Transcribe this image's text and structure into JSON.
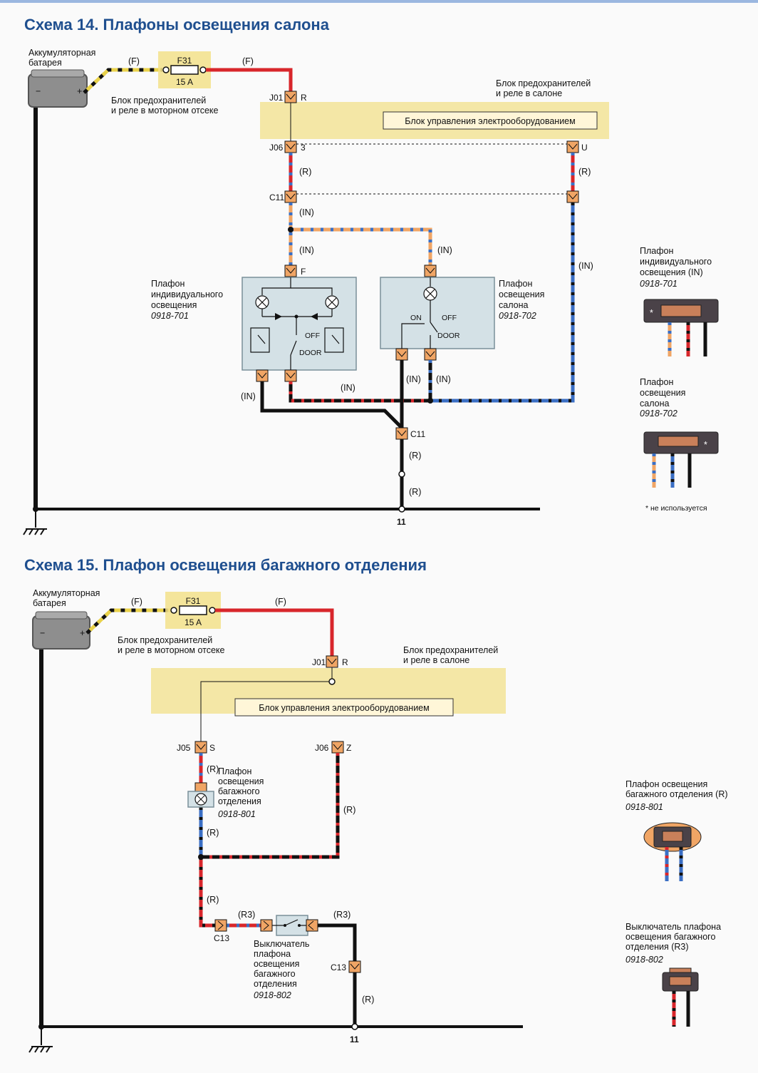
{
  "colors": {
    "title": "#1f4f8f",
    "red": "#d8262b",
    "black": "#111111",
    "yellow": "#f2e08a",
    "blue": "#3b6fc4",
    "orange": "#f0a565",
    "module": "#d4e1e6"
  },
  "s14": {
    "title": "Схема 14. Плафоны освещения салона",
    "battery": [
      "Аккумуляторная",
      "батарея"
    ],
    "wire_f": "(F)",
    "fuse_name": "F31",
    "fuse_rating": "15 A",
    "engine_block": [
      "Блок предохранителей",
      "и реле в моторном отсеке"
    ],
    "cabin_block": [
      "Блок предохранителей",
      "и реле в салоне"
    ],
    "bcm": "Блок управления электрооборудованием",
    "c_j01": "J01",
    "p_r": "R",
    "c_j06": "J06",
    "p_3": "3",
    "p_u": "U",
    "c_c11": "C11",
    "p_f": "F",
    "w_r": "(R)",
    "w_in": "(IN)",
    "lamp1": [
      "Плафон",
      "индивидуального",
      "освещения"
    ],
    "lamp1_code": "0918-701",
    "lamp2": [
      "Плафон",
      "освещения",
      "салона"
    ],
    "lamp2_code": "0918-702",
    "sw_off": "OFF",
    "sw_door": "DOOR",
    "sw_on": "ON",
    "ground": "11",
    "conn1": [
      "Плафон",
      "индивидуального",
      "освещения (IN)"
    ],
    "conn1_code": "0918-701",
    "conn2": [
      "Плафон",
      "освещения",
      "салона"
    ],
    "conn2_code": "0918-702",
    "note": "* не используется",
    "star": "*"
  },
  "s15": {
    "title": "Схема 15. Плафон освещения багажного отделения",
    "battery": [
      "Аккумуляторная",
      "батарея"
    ],
    "wire_f": "(F)",
    "fuse_name": "F31",
    "fuse_rating": "15 A",
    "engine_block": [
      "Блок предохранителей",
      "и реле в моторном отсеке"
    ],
    "cabin_block": [
      "Блок предохранителей",
      "и реле в салоне"
    ],
    "bcm": "Блок управления электрооборудованием",
    "c_j01": "J01",
    "p_r": "R",
    "c_j05": "J05",
    "p_s": "S",
    "c_j06": "J06",
    "p_z": "Z",
    "c_c13": "C13",
    "w_r": "(R)",
    "w_r3": "(R3)",
    "lamp": [
      "Плафон",
      "освещения",
      "багажного",
      "отделения"
    ],
    "lamp_code": "0918-801",
    "switch": [
      "Выключатель",
      "плафона",
      "освещения",
      "багажного",
      "отделения"
    ],
    "switch_code": "0918-802",
    "ground": "11",
    "conn1": [
      "Плафон освещения",
      "багажного отделения (R)"
    ],
    "conn1_code": "0918-801",
    "conn2": [
      "Выключатель плафона",
      "освещения багажного",
      "отделения (R3)"
    ],
    "conn2_code": "0918-802"
  }
}
